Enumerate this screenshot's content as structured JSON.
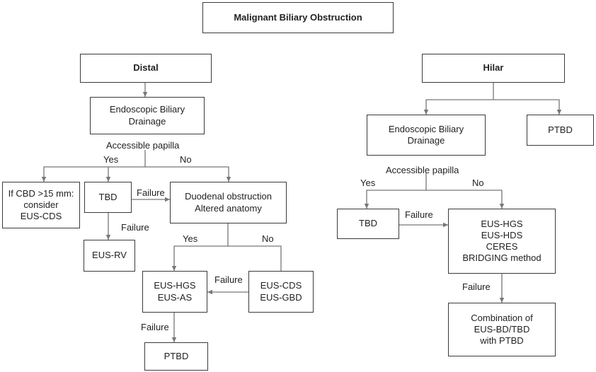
{
  "title": "Malignant Biliary Obstruction",
  "distal": {
    "header": "Distal",
    "ebd": [
      "Endoscopic Biliary",
      "Drainage"
    ],
    "accessible_papilla": "Accessible papilla",
    "yes": "Yes",
    "no": "No",
    "cbd_note": [
      "If CBD >15 mm:",
      "consider",
      "EUS-CDS"
    ],
    "tbd": "TBD",
    "failure_tbd": "Failure",
    "duodenal": [
      "Duodenal obstruction",
      "Altered anatomy"
    ],
    "failure_rv": "Failure",
    "eus_rv": "EUS-RV",
    "sub_yes": "Yes",
    "sub_no": "No",
    "hgs_as": [
      "EUS-HGS",
      "EUS-AS"
    ],
    "failure_cds": "Failure",
    "cds_gbd": [
      "EUS-CDS",
      "EUS-GBD"
    ],
    "failure_ptbd": "Failure",
    "ptbd": "PTBD"
  },
  "hilar": {
    "header": "Hilar",
    "ebd": [
      "Endoscopic Biliary",
      "Drainage"
    ],
    "ptbd_top": "PTBD",
    "accessible_papilla": "Accessible papilla",
    "yes": "Yes",
    "no": "No",
    "tbd": "TBD",
    "failure_tbd": "Failure",
    "options": [
      "EUS-HGS",
      "EUS-HDS",
      "CERES",
      "BRIDGING method"
    ],
    "failure_combo": "Failure",
    "combination": [
      "Combination of",
      "EUS-BD/TBD",
      "with PTBD"
    ]
  }
}
